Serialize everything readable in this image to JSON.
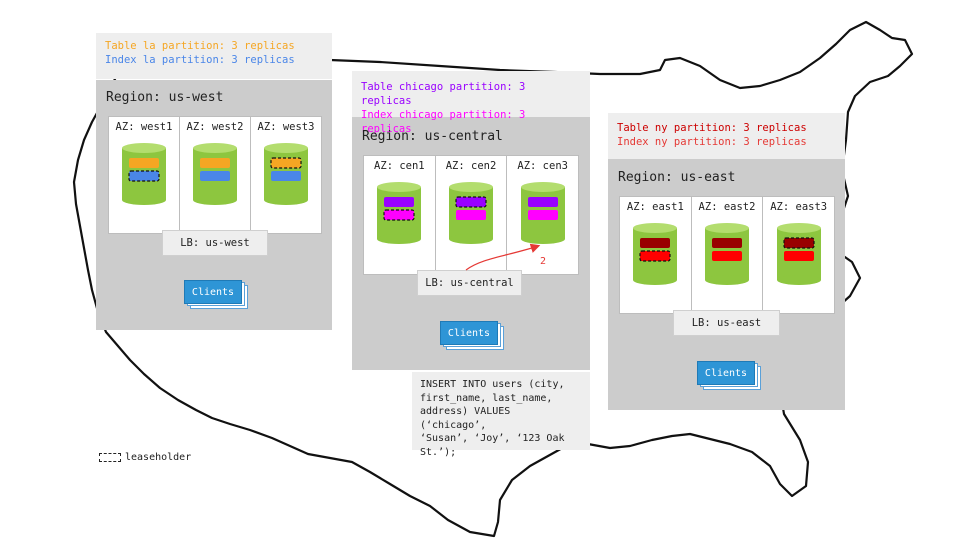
{
  "colors": {
    "west_table": "#f5a623",
    "west_index": "#4a86e8",
    "central_table": "#9900ff",
    "central_index": "#ff00ff",
    "east_table": "#990000",
    "east_index": "#ff0000",
    "cylinder": "#8dc63f",
    "clients": "#2e95d6",
    "arrow": "#e53935"
  },
  "regions": [
    {
      "legend_table": "Table la partition: 3 replicas",
      "legend_index": "Index la partition: 3 replicas",
      "title": "Region: us-west",
      "azs": [
        {
          "label": "AZ: west1",
          "leaseholder": "index"
        },
        {
          "label": "AZ: west2",
          "leaseholder": "none"
        },
        {
          "label": "AZ: west3",
          "leaseholder": "table"
        }
      ],
      "lb": "LB: us-west",
      "clients": "Clients"
    },
    {
      "legend_table": "Table chicago partition: 3 replicas",
      "legend_index": "Index chicago partition: 3 replicas",
      "title": "Region: us-central",
      "azs": [
        {
          "label": "AZ: cen1",
          "leaseholder": "index"
        },
        {
          "label": "AZ: cen2",
          "leaseholder": "table"
        },
        {
          "label": "AZ: cen3",
          "leaseholder": "none"
        }
      ],
      "lb": "LB: us-central",
      "clients": "Clients"
    },
    {
      "legend_table": "Table ny partition: 3 replicas",
      "legend_index": "Index ny partition: 3 replicas",
      "title": "Region: us-east",
      "azs": [
        {
          "label": "AZ: east1",
          "leaseholder": "index"
        },
        {
          "label": "AZ: east2",
          "leaseholder": "none"
        },
        {
          "label": "AZ: east3",
          "leaseholder": "table"
        }
      ],
      "lb": "LB: us-east",
      "clients": "Clients"
    }
  ],
  "arrow_label": "2",
  "sql": "INSERT INTO users (city,\nfirst_name, last_name,\naddress) VALUES (‘chicago’,\n‘Susan’, ‘Joy’, ‘123 Oak\nSt.’);",
  "legend_key": "leaseholder"
}
